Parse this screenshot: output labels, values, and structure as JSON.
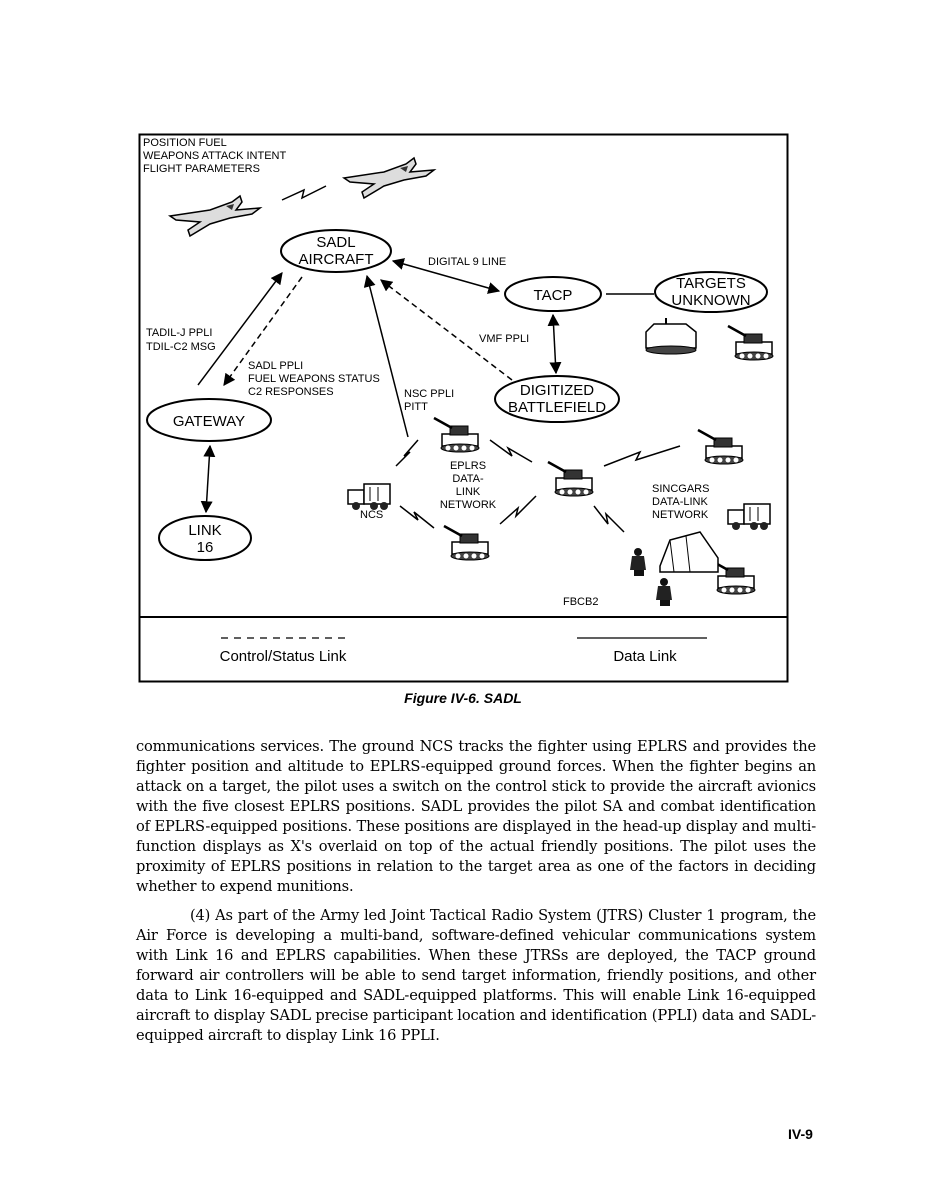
{
  "figure": {
    "top_labels": [
      "POSITION  FUEL",
      "WEAPONS  ATTACK INTENT",
      "FLIGHT PARAMETERS"
    ],
    "nodes": {
      "sadl_aircraft": [
        "SADL",
        "AIRCRAFT"
      ],
      "tacp": "TACP",
      "targets_unknown": [
        "TARGETS",
        "UNKNOWN"
      ],
      "digitized_battlefield": [
        "DIGITIZED",
        "BATTLEFIELD"
      ],
      "gateway": "GATEWAY",
      "link16": [
        "LINK",
        "16"
      ]
    },
    "labels": {
      "digital_9_line": "DIGITAL 9 LINE",
      "vmf_ppli": "VMF PPLI",
      "tadil": [
        "TADIL-J PPLI",
        "TDIL-C2 MSG"
      ],
      "sadl_ppli": [
        "SADL PPLI",
        "FUEL WEAPONS STATUS",
        "C2 RESPONSES"
      ],
      "nsc_ppli": [
        "NSC PPLI",
        "PITT"
      ],
      "eplrs": [
        "EPLRS",
        "DATA-",
        "LINK",
        "NETWORK"
      ],
      "ncs": "NCS",
      "sincgars": [
        "SINCGARS",
        "DATA-LINK",
        "NETWORK"
      ],
      "fbcb2": "FBCB2"
    },
    "legend": {
      "control_status": "Control/Status Link",
      "data_link": "Data Link"
    },
    "caption": "Figure IV-6.  SADL"
  },
  "body": {
    "paragraph1": "communications services.  The ground NCS tracks the fighter using EPLRS and provides the fighter position and altitude to EPLRS-equipped ground forces.  When the fighter begins an attack on a target, the pilot uses a switch on the control stick to provide the aircraft avionics with the five closest EPLRS positions. SADL provides the pilot SA and combat identification of EPLRS-equipped positions.  These positions are displayed in the head-up display and multi-function displays as X's overlaid on top of the actual friendly positions.  The pilot uses the proximity of EPLRS positions in relation to the target area as one of the factors in deciding whether to expend munitions.",
    "paragraph2": "(4) As part of the Army led Joint Tactical Radio System (JTRS) Cluster 1 program, the Air Force is developing a multi-band, software-defined vehicular communications system with Link 16 and EPLRS capabilities.  When these JTRSs are deployed, the TACP ground forward air controllers will be able to send target information, friendly positions, and other data to Link 16-equipped and SADL-equipped platforms.  This will enable Link 16-equipped aircraft to display SADL precise participant location and identification (PPLI) data and SADL-equipped aircraft to display Link 16 PPLI."
  },
  "page_number": "IV-9"
}
